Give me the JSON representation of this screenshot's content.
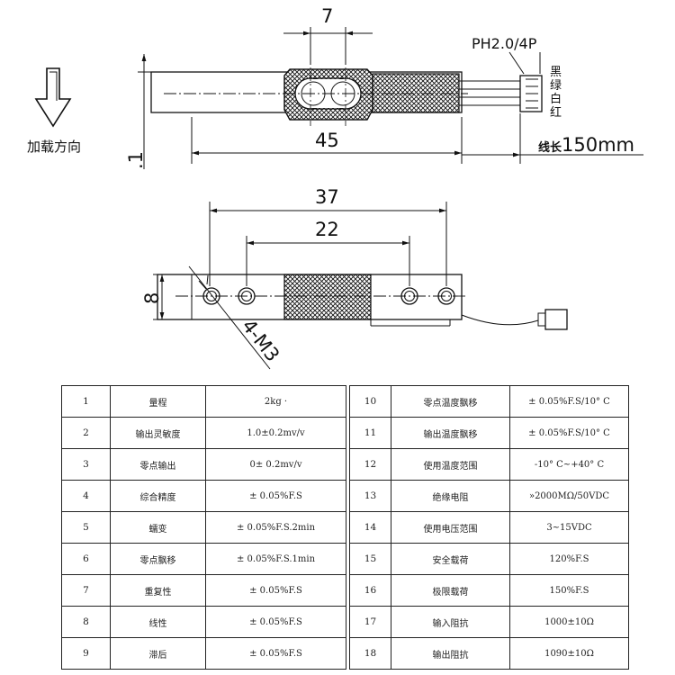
{
  "drawing": {
    "top_view": {
      "hole_spacing": "7",
      "length": "45",
      "connector": "PH2.0/4P",
      "wires": [
        "黑",
        "绿",
        "白",
        "红"
      ],
      "cable_label": "线长",
      "cable_length": "150mm",
      "partial_dim": ".1",
      "load_direction": "加载方向"
    },
    "side_view": {
      "outer_spacing": "37",
      "inner_spacing": "22",
      "height": "8",
      "thread": "4-M3"
    }
  },
  "specs": {
    "rows": [
      {
        "no_l": "1",
        "name_l": "量程",
        "val_l": "2kg ·",
        "no_r": "10",
        "name_r": "零点温度飘移",
        "val_r": "± 0.05%F.S/10° C"
      },
      {
        "no_l": "2",
        "name_l": "输出灵敏度",
        "val_l": "1.0±0.2mv/v",
        "no_r": "11",
        "name_r": "输出温度飘移",
        "val_r": "± 0.05%F.S/10° C"
      },
      {
        "no_l": "3",
        "name_l": "零点输出",
        "val_l": "0± 0.2mv/v",
        "no_r": "12",
        "name_r": "使用温度范围",
        "val_r": "-10° C~+40° C"
      },
      {
        "no_l": "4",
        "name_l": "综合精度",
        "val_l": "± 0.05%F.S",
        "no_r": "13",
        "name_r": "绝缘电阻",
        "val_r": "»2000MΩ/50VDC"
      },
      {
        "no_l": "5",
        "name_l": "蠕变",
        "val_l": "± 0.05%F.S.2min",
        "no_r": "14",
        "name_r": "使用电压范围",
        "val_r": "3~15VDC"
      },
      {
        "no_l": "6",
        "name_l": "零点飘移",
        "val_l": "± 0.05%F.S.1min",
        "no_r": "15",
        "name_r": "安全载荷",
        "val_r": "120%F.S"
      },
      {
        "no_l": "7",
        "name_l": "重复性",
        "val_l": "± 0.05%F.S",
        "no_r": "16",
        "name_r": "极限载荷",
        "val_r": "150%F.S"
      },
      {
        "no_l": "8",
        "name_l": "线性",
        "val_l": "± 0.05%F.S",
        "no_r": "17",
        "name_r": "输入阻抗",
        "val_r": "1000±10Ω"
      },
      {
        "no_l": "9",
        "name_l": "滞后",
        "val_l": "± 0.05%F.S",
        "no_r": "18",
        "name_r": "输出阻抗",
        "val_r": "1090±10Ω"
      }
    ]
  }
}
